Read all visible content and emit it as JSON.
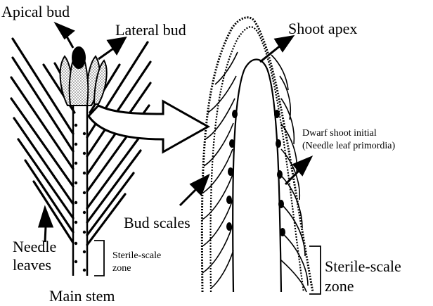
{
  "labels": {
    "apical_bud": "Apical bud",
    "lateral_bud": "Lateral bud",
    "shoot_apex": "Shoot apex",
    "dwarf_shoot_initial_line1": "Dwarf shoot initial",
    "dwarf_shoot_initial_line2": "(Needle leaf primordia)",
    "bud_scales": "Bud scales",
    "needle_leaves_line1": "Needle",
    "needle_leaves_line2": "leaves",
    "sterile_scale_small_line1": "Sterile-scale",
    "sterile_scale_small_line2": "zone",
    "sterile_scale_large_line1": "Sterile-scale",
    "sterile_scale_large_line2": "zone",
    "main_stem": "Main stem"
  },
  "colors": {
    "ink": "#000000",
    "paper": "#ffffff",
    "stipple": "#555555"
  }
}
